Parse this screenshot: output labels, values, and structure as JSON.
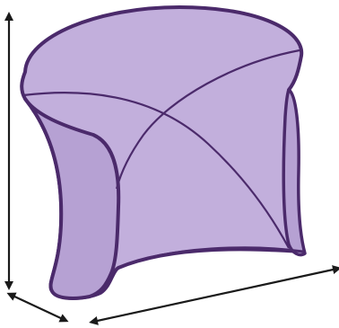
{
  "colors": {
    "fill": "#c2afdc",
    "fill_shadow": "#b6a1d3",
    "stroke": "#4b2a6b",
    "arrow": "#1a1a1a",
    "background": "#ffffff"
  },
  "icons": {
    "object": "stool-3d-object",
    "height_arrow": "vertical-dimension-arrow",
    "depth_arrow": "depth-dimension-arrow",
    "width_arrow": "width-dimension-arrow"
  }
}
